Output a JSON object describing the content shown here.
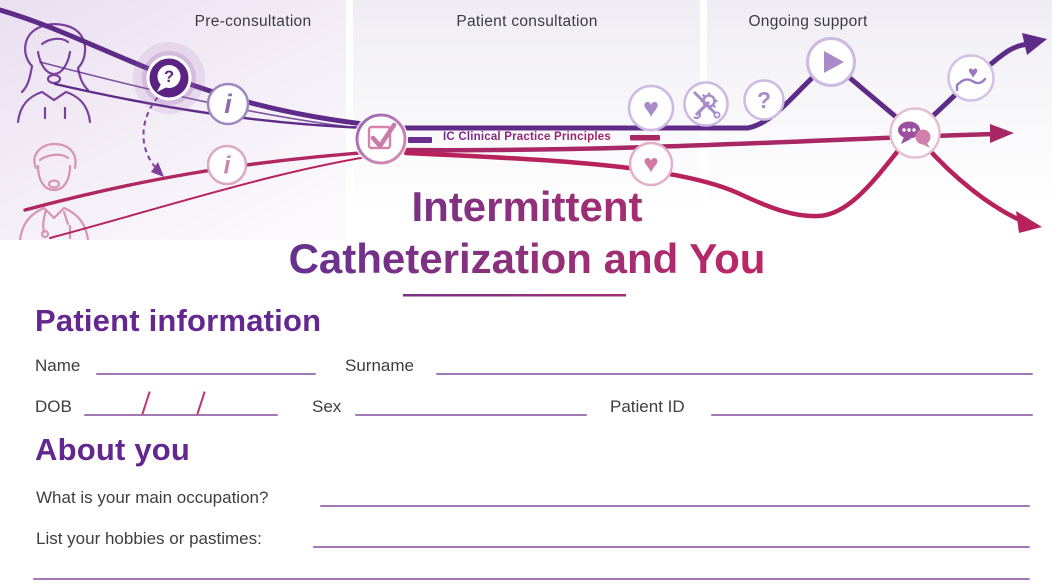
{
  "header": {
    "stages": [
      {
        "label": "Pre-consultation"
      },
      {
        "label": "Patient consultation"
      },
      {
        "label": "Ongoing support"
      }
    ],
    "banner_label": "IC Clinical Practice Principles",
    "glyphs": {
      "question": "?",
      "info": "i",
      "heart": "♥"
    }
  },
  "title": {
    "line1": "Intermittent",
    "line2": "Catheterization and You"
  },
  "patient_information": {
    "heading": "Patient information",
    "fields": [
      {
        "label": "Name",
        "value": ""
      },
      {
        "label": "Surname",
        "value": ""
      },
      {
        "label": "DOB",
        "value": ""
      },
      {
        "label": "Sex",
        "value": ""
      },
      {
        "label": "Patient ID",
        "value": ""
      }
    ]
  },
  "about_you": {
    "heading": "About you",
    "questions": [
      {
        "label": "What is your main occupation?",
        "value": ""
      },
      {
        "label": "List your hobbies or pastimes:",
        "value": ""
      }
    ]
  },
  "colors": {
    "purple_dark": "#5e2c88",
    "purple_heading": "#63278f",
    "magenta": "#a82765",
    "crimson": "#b7215c",
    "icon_purple": "#a98bc9",
    "icon_pink": "#d379a6",
    "title_gradient_start": "#5f3191",
    "title_gradient_end": "#c52463",
    "underline": "#8f62a8"
  }
}
